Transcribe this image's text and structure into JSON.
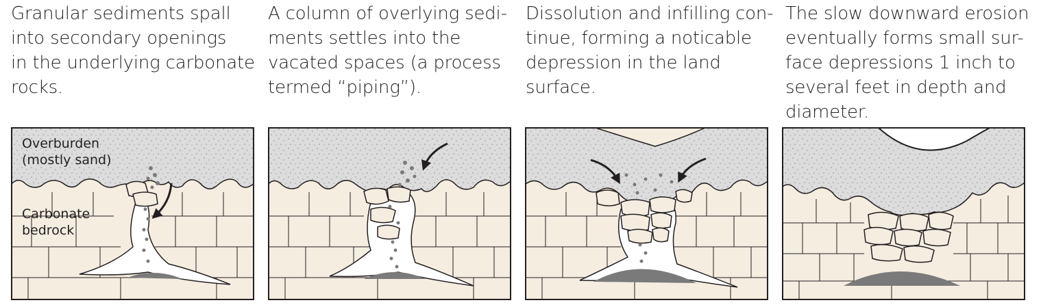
{
  "panels": [
    {
      "caption": [
        "Granular sediments spall",
        "into secondary openings",
        "in the underlying carbonate",
        "rocks."
      ],
      "labels": {
        "overburden": [
          "Overburden",
          "(mostly sand)"
        ],
        "bedrock": [
          "Carbonate",
          "bedrock"
        ]
      }
    },
    {
      "caption": [
        "A column of overlying sedi-",
        "ments settles into the",
        "vacated spaces (a process",
        "termed “piping”)."
      ]
    },
    {
      "caption": [
        "Dissolution and infilling con-",
        "tinue, forming a noticable",
        "depression in the land",
        "surface."
      ]
    },
    {
      "caption": [
        "The slow downward erosion",
        "eventually forms small sur-",
        "face depressions 1 inch to",
        "several feet in depth and",
        "diameter."
      ]
    }
  ],
  "colors": {
    "overburden_fill": "#dcdcdc",
    "bedrock_fill": "#f4ede0",
    "sediment_dark": "#7a7a7a",
    "cavity_fill": "#ffffff",
    "outline": "#231f20"
  }
}
